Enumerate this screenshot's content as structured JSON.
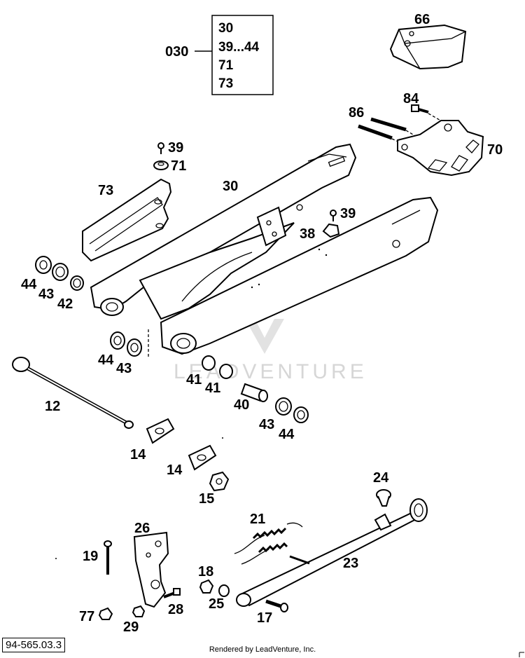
{
  "diagram": {
    "code": "94-565.03.3",
    "footer": "Rendered by LeadVenture, Inc.",
    "watermark": "LEADVENTURE",
    "assembly": {
      "label": "030",
      "items": [
        "30",
        "39...44",
        "71",
        "73"
      ]
    },
    "callouts": {
      "p66": "66",
      "p84": "84",
      "p86": "86",
      "p70": "70",
      "p39a": "39",
      "p71": "71",
      "p73": "73",
      "p30": "30",
      "p39b": "39",
      "p38": "38",
      "p44a": "44",
      "p43a": "43",
      "p42": "42",
      "p44b": "44",
      "p43b": "43",
      "p41a": "41",
      "p41b": "41",
      "p40": "40",
      "p43c": "43",
      "p44c": "44",
      "p12": "12",
      "p14a": "14",
      "p14b": "14",
      "p15": "15",
      "p24": "24",
      "p26": "26",
      "p21": "21",
      "p19": "19",
      "p23": "23",
      "p18": "18",
      "p25": "25",
      "p28": "28",
      "p17": "17",
      "p77": "77",
      "p29": "29"
    }
  }
}
